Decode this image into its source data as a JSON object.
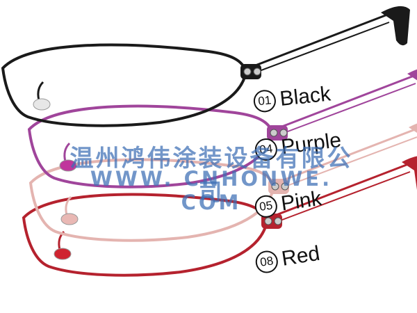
{
  "frames": [
    {
      "code": "01",
      "name": "Black",
      "color": "#1a1a1a",
      "pad": "#e7e7e7"
    },
    {
      "code": "04",
      "name": "Purple",
      "color": "#a0459b",
      "pad": "#c0369c"
    },
    {
      "code": "05",
      "name": "Pink",
      "color": "#e4b4b0",
      "pad": "#e9b8b4"
    },
    {
      "code": "08",
      "name": "Red",
      "color": "#b5222e",
      "pad": "#cf2430"
    }
  ],
  "watermark": {
    "company": "温州鸿伟涂装设备有限公司",
    "url": "WWW. CNHONWE. COM",
    "color": "#3c6eb4"
  }
}
